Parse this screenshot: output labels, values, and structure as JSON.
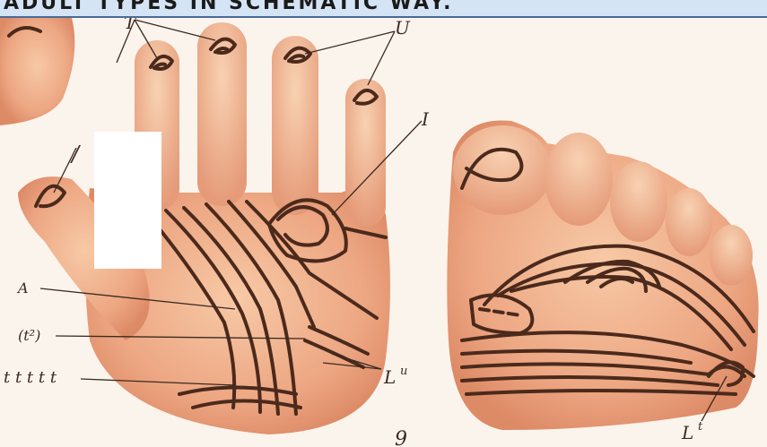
{
  "header": {
    "text": "ADULT TYPES IN SCHEMATIC WAY."
  },
  "figure": {
    "labels": {
      "fingertip_arch": "T",
      "fingertip_ulnar": "U",
      "interdigital": "I",
      "thumb_mark": "/",
      "hypothenar_a": "A",
      "hypothenar_mid": "(t²)",
      "hypothenar_t": "t t t t t",
      "palm_loop": "L",
      "palm_loop_sup": "u",
      "sole_loop": "L",
      "sole_loop_sup": "t",
      "page_number": "9"
    },
    "redaction_color": "#ffffff",
    "skin_color": "#f0b090",
    "crease_color": "#4b2a1c"
  }
}
